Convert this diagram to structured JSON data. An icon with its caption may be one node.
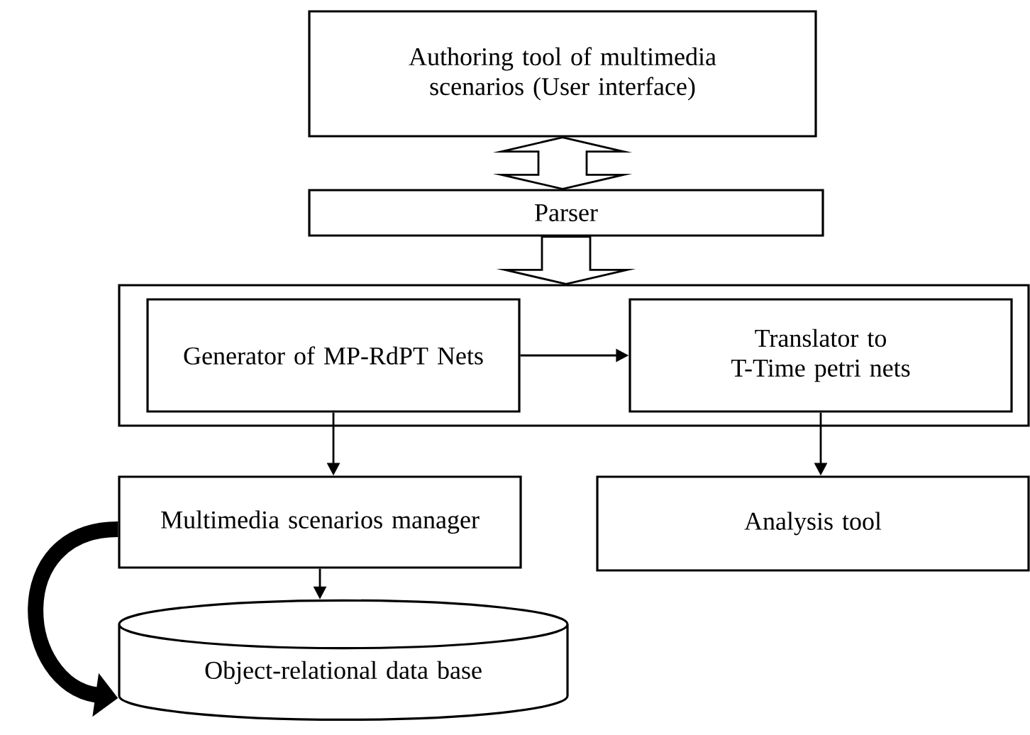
{
  "diagram": {
    "nodes": [
      {
        "text": [
          "Authoring tool of multimedia scenarios (User interface)"
        ]
      },
      {
        "text": [
          "Parser"
        ]
      },
      {
        "text": [],
        "shape": "box"
      },
      {
        "text": [
          "Generator of MP-RdPT Nets"
        ],
        "in": 2
      },
      {
        "text": [
          "Translator to T-Time petri nets"
        ],
        "in": 2
      },
      {
        "text": [
          "Multimedia scenarios manager"
        ]
      },
      {
        "text": [
          "Analysis tool"
        ]
      },
      {
        "text": [
          "Object-relational data base"
        ]
      }
    ],
    "edges": [
      {
        "from": 0,
        "to": 1,
        "arrow": "both"
      },
      {
        "from": 1,
        "to": 2,
        "arrow": "to"
      },
      {
        "from": 3,
        "to": 4,
        "arrow": "to"
      },
      {
        "from": 3,
        "to": 5,
        "arrow": "to"
      },
      {
        "from": 4,
        "to": 6,
        "arrow": "to"
      },
      {
        "from": 5,
        "to": 7,
        "arrow": "to"
      },
      {
        "from": 5,
        "to": 7,
        "arrow": "to",
        "style": "thick"
      }
    ]
  }
}
